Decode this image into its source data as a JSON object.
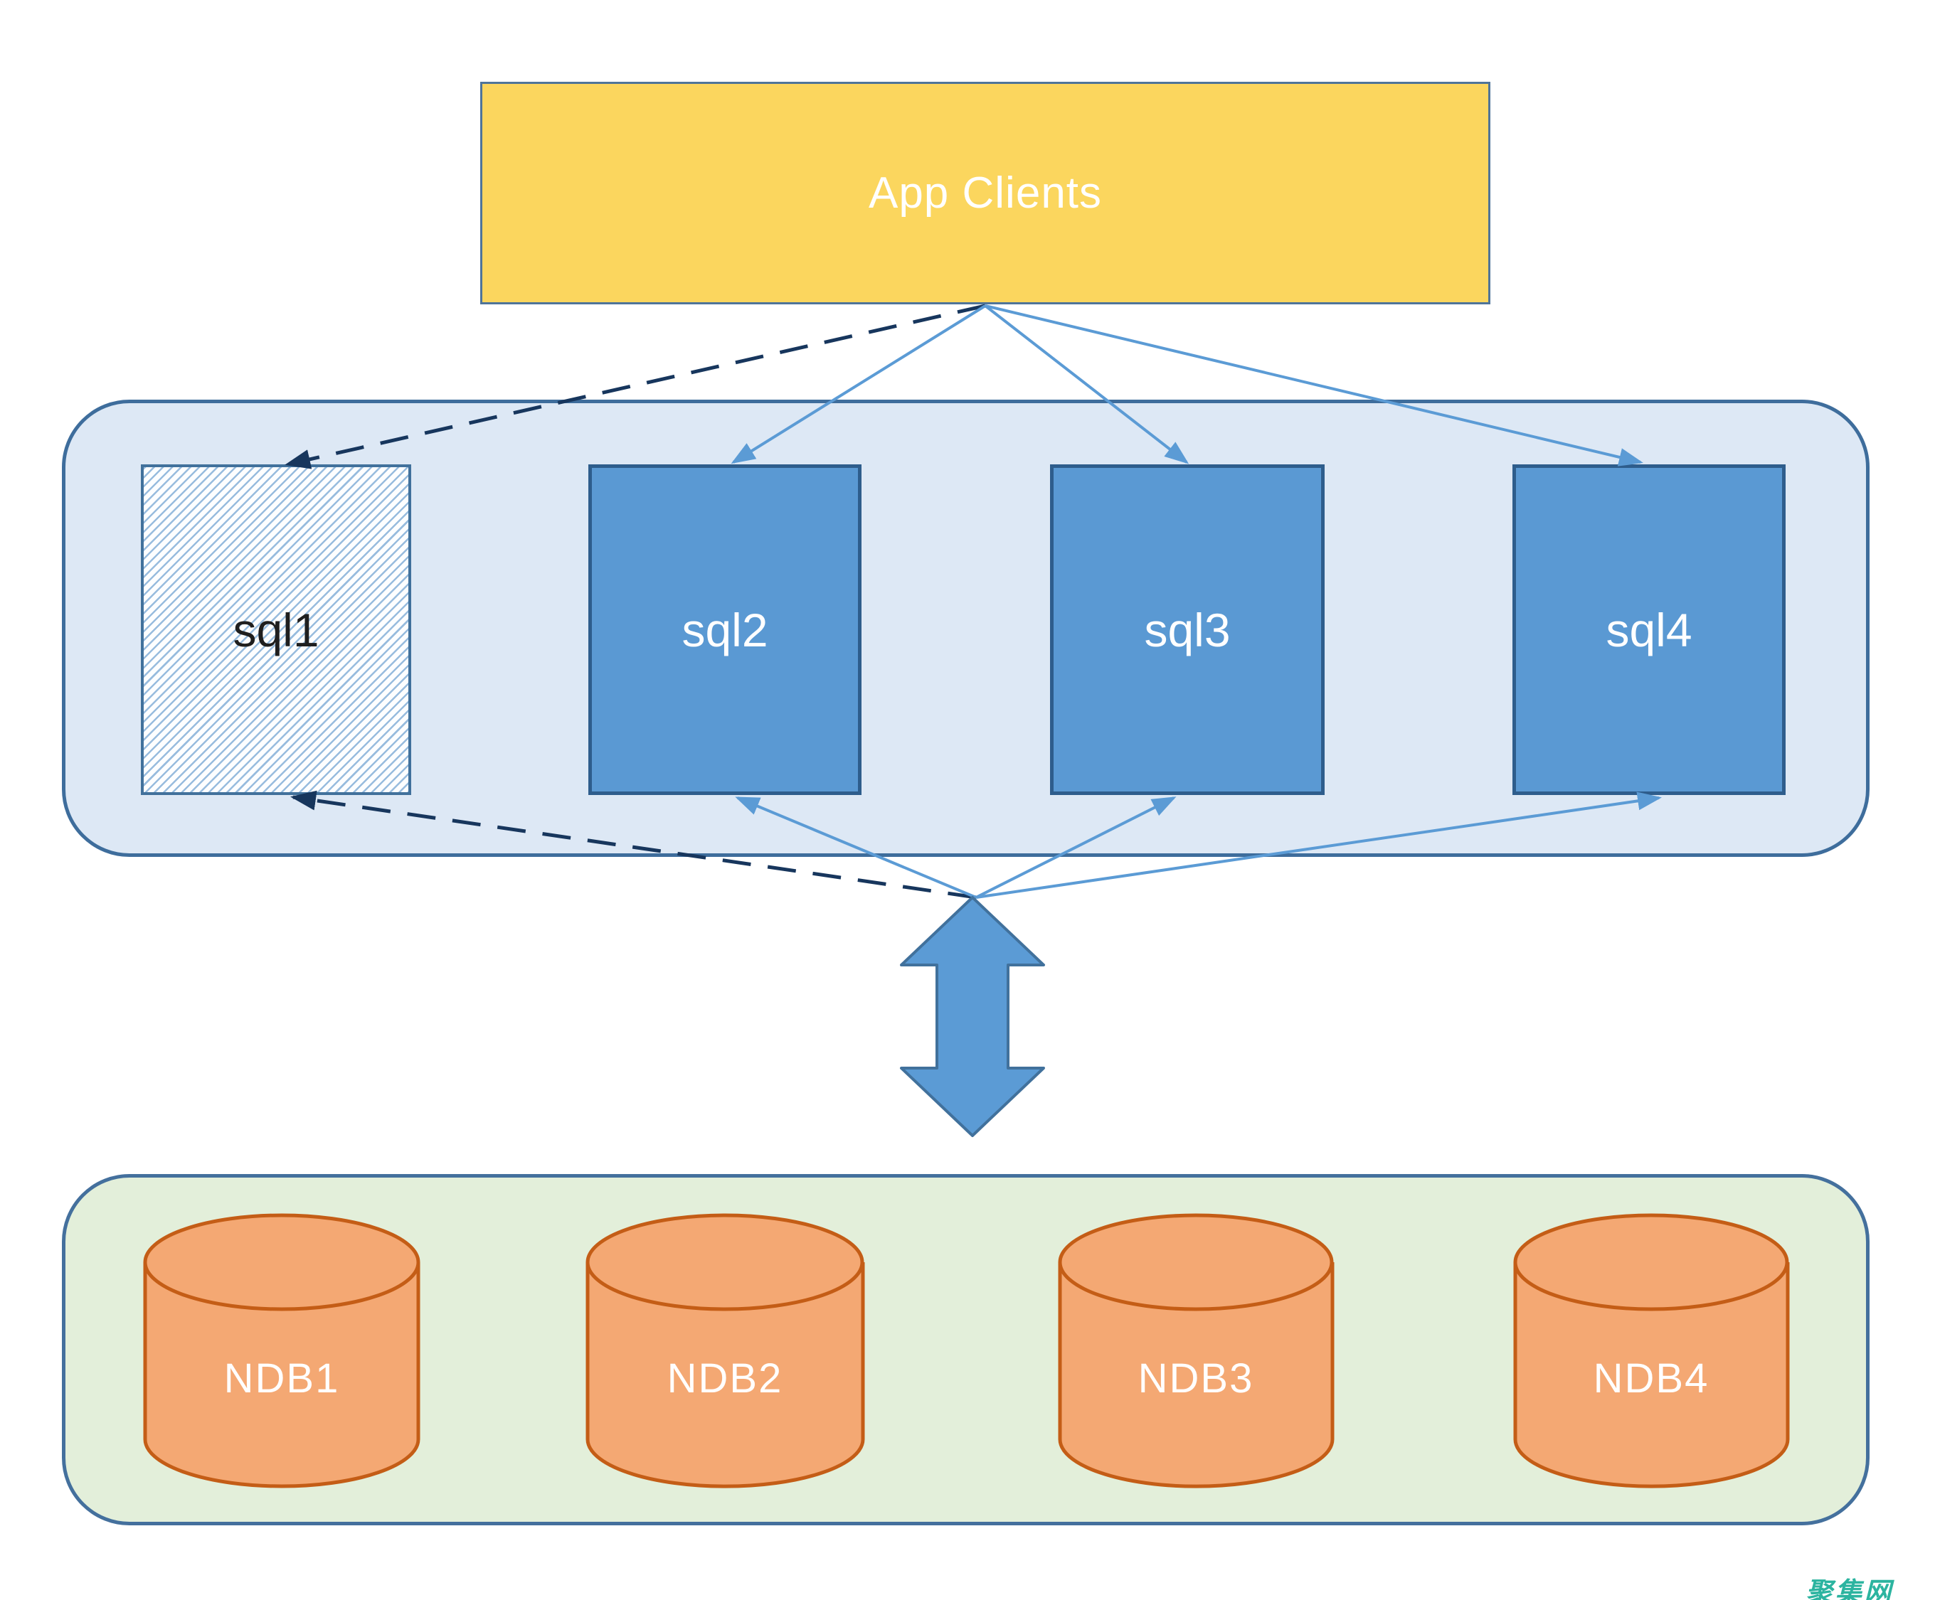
{
  "diagram": {
    "app_clients": {
      "label": "App Clients"
    },
    "sql_tier": {
      "nodes": [
        {
          "label": "sql1",
          "style": "hatched"
        },
        {
          "label": "sql2",
          "style": "solid"
        },
        {
          "label": "sql3",
          "style": "solid"
        },
        {
          "label": "sql4",
          "style": "solid"
        }
      ]
    },
    "data_tier": {
      "nodes": [
        {
          "label": "NDB1"
        },
        {
          "label": "NDB2"
        },
        {
          "label": "NDB3"
        },
        {
          "label": "NDB4"
        }
      ]
    },
    "connections": [
      {
        "from": "App Clients",
        "to": "sql1",
        "style": "dashed"
      },
      {
        "from": "App Clients",
        "to": "sql2",
        "style": "solid"
      },
      {
        "from": "App Clients",
        "to": "sql3",
        "style": "solid"
      },
      {
        "from": "App Clients",
        "to": "sql4",
        "style": "solid"
      },
      {
        "from": "ndb-cluster",
        "to": "sql1",
        "style": "dashed"
      },
      {
        "from": "ndb-cluster",
        "to": "sql2",
        "style": "solid"
      },
      {
        "from": "ndb-cluster",
        "to": "sql3",
        "style": "solid"
      },
      {
        "from": "ndb-cluster",
        "to": "sql4",
        "style": "solid"
      },
      {
        "from": "sql-tier",
        "to": "ndb-cluster",
        "style": "double-headed-arrow"
      }
    ],
    "watermark": "聚集网",
    "colors": {
      "app_clients_fill": "#FBD65E",
      "sql_fill": "#5B9BD5",
      "sql_border": "#2E5D8C",
      "sql_tier_fill": "#DDE8F5",
      "tier_border": "#3E6D9C",
      "data_tier_fill": "#E3EFDA",
      "ndb_fill": "#F4A873",
      "ndb_border": "#C45D16",
      "solid_line": "#5B9BD5",
      "dashed_line": "#17365D",
      "double_arrow_fill": "#5B9BD5",
      "watermark": "#2CB4A0"
    }
  }
}
